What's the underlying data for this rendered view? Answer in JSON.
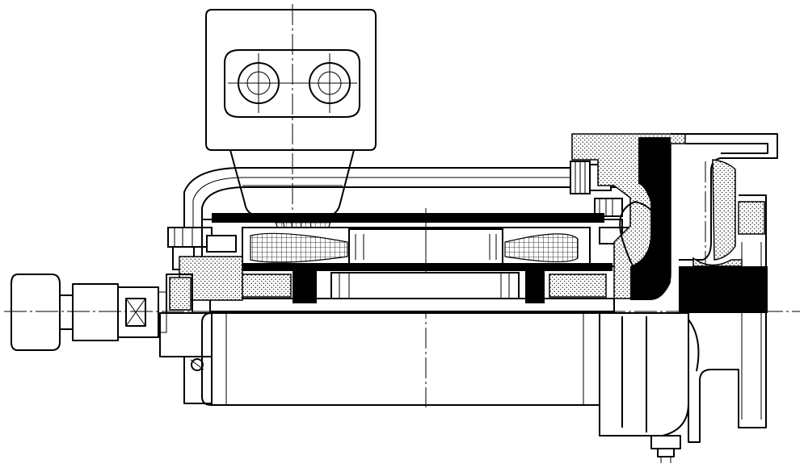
{
  "drawing": {
    "kind": "cross-section engineering drawing",
    "subject_parts": [
      "terminal-box",
      "cable-gland",
      "coolant-pipe",
      "stator-winding",
      "rotor",
      "pump-casing",
      "inlet-flange",
      "outlet-flange",
      "handwheel",
      "drain-plug"
    ],
    "colors": {
      "ink": "#000000",
      "paper": "#ffffff"
    }
  }
}
